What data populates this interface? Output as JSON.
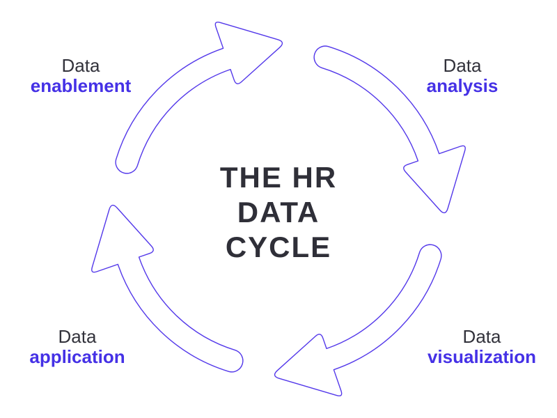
{
  "title": {
    "text": "THE HR DATA CYCLE",
    "lines": [
      "THE HR",
      "DATA",
      "CYCLE"
    ]
  },
  "stages": [
    {
      "prefix": "Data",
      "keyword": "enablement",
      "position": "top-left"
    },
    {
      "prefix": "Data",
      "keyword": "analysis",
      "position": "top-right"
    },
    {
      "prefix": "Data",
      "keyword": "visualization",
      "position": "bottom-right"
    },
    {
      "prefix": "Data",
      "keyword": "application",
      "position": "bottom-left"
    }
  ],
  "icons": [
    "cycle-arrow-top",
    "cycle-arrow-right",
    "cycle-arrow-bottom",
    "cycle-arrow-left"
  ],
  "colors": {
    "background": "#ffffff",
    "accent": "#4531e6",
    "arrow_stroke": "#5338ea",
    "label_text": "#32323b",
    "title_text": "#2f2f38"
  }
}
